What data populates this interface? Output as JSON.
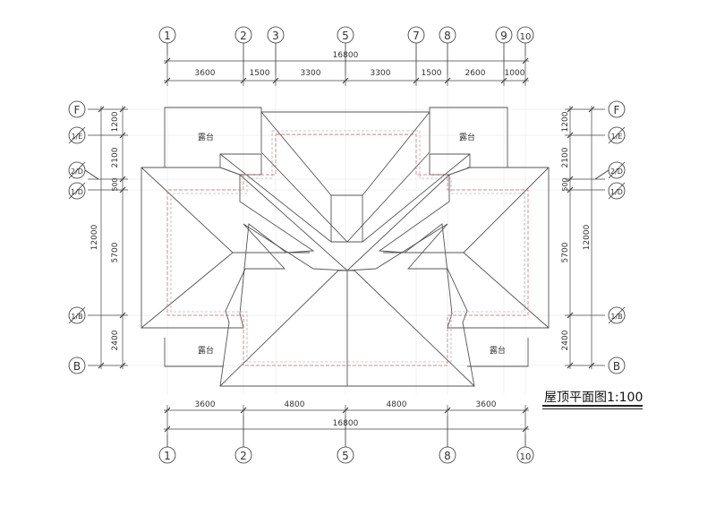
{
  "title": "屋顶平面图1:100",
  "top_axes": [
    "1",
    "2",
    "3",
    "5",
    "7",
    "8",
    "9",
    "10"
  ],
  "bottom_axes": [
    "1",
    "2",
    "5",
    "8",
    "10"
  ],
  "top_total": "16800",
  "top_dims": [
    "3600",
    "1500",
    "3300",
    "3300",
    "1500",
    "2600",
    "1000"
  ],
  "bottom_total": "16800",
  "bottom_dims": [
    "3600",
    "4800",
    "4800",
    "3600"
  ],
  "left_axes": {
    "F": "F",
    "f1e": "1/E",
    "f2d": "2/D",
    "f1d": "1/D",
    "f1b": "1/B",
    "B": "B"
  },
  "left_dims": [
    "1200",
    "2100",
    "500",
    "5700",
    "2400"
  ],
  "left_total": "12000",
  "right_dims": [
    "1200",
    "2100",
    "500",
    "5700",
    "2400"
  ],
  "right_total": "12000",
  "terrace_label": "露台"
}
